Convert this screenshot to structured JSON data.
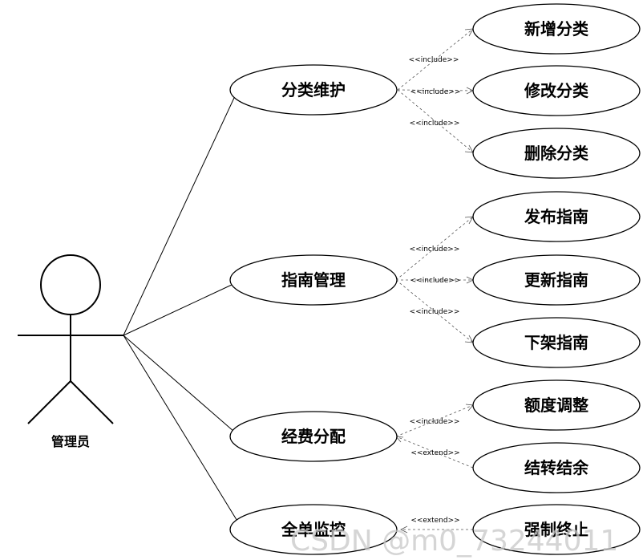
{
  "actor": {
    "label": "管理员"
  },
  "main_use_cases": {
    "category": "分类维护",
    "guide": "指南管理",
    "funding": "经费分配",
    "monitor": "全单监控"
  },
  "sub_use_cases": {
    "add_category": "新增分类",
    "edit_category": "修改分类",
    "delete_category": "删除分类",
    "publish_guide": "发布指南",
    "update_guide": "更新指南",
    "remove_guide": "下架指南",
    "quota_adjust": "额度调整",
    "carry_over": "结转结余",
    "force_stop": "强制终止"
  },
  "stereotypes": {
    "include": "<<include>>",
    "extend": "<<extend>>"
  },
  "watermark": "CSDN @m0_73244011"
}
